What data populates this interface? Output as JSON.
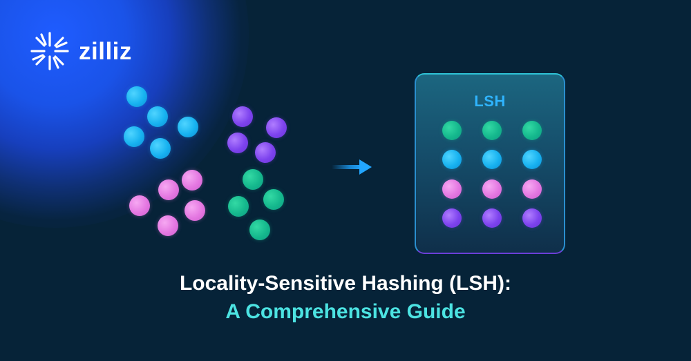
{
  "brand": {
    "logo_text": "zilliz",
    "logo_icon": "starburst-logo-icon"
  },
  "panel": {
    "title": "LSH"
  },
  "headline": {
    "line1": "Locality-Sensitive Hashing (LSH):",
    "line2": "A Comprehensive Guide"
  },
  "colors": {
    "background": "#062338",
    "glow": "#1f5cff",
    "blue": "#17b2f0",
    "purple": "#7d43ee",
    "pink": "#e477e1",
    "green": "#15b88d",
    "subtitle": "#4ce3e2",
    "panel_title": "#2fb4ff"
  },
  "scatter_groups": [
    {
      "name": "blue-cluster",
      "color": "blue"
    },
    {
      "name": "purple-cluster",
      "color": "purple"
    },
    {
      "name": "pink-cluster",
      "color": "pink"
    },
    {
      "name": "green-cluster",
      "color": "green"
    }
  ],
  "grid_rows": [
    "green",
    "blue",
    "pink",
    "purple"
  ]
}
